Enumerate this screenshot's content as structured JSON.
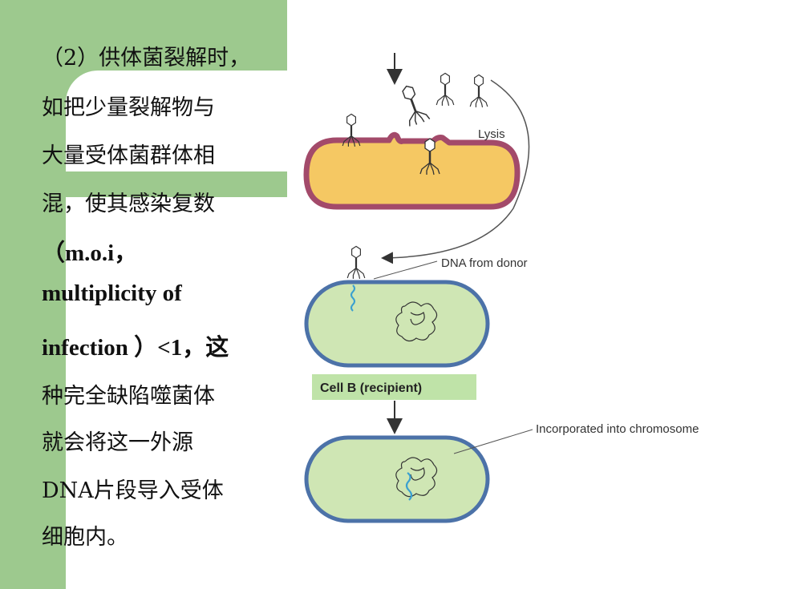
{
  "slide": {
    "lines": [
      "（2）供体菌裂解时，",
      "如把少量裂解物与",
      "大量受体菌群体相",
      "混，使其感染复数",
      "（m.o.i，",
      "multiplicity of",
      "infection ）<1，这",
      "种完全缺陷噬菌体",
      "就会将这一外源",
      "DNA片段导入受体",
      "细胞内。"
    ]
  },
  "diagram": {
    "lysis_label": "Lysis",
    "dna_donor_label": "DNA from donor",
    "cell_b_label": "Cell B (recipient)",
    "incorporated_label": "Incorporated into chromosome",
    "colors": {
      "donor_cell_fill": "#f5c863",
      "donor_cell_border": "#a34a6a",
      "recipient_fill": "#cfe6b4",
      "recipient_border": "#4c72a8",
      "label_box": "#bfe3a8",
      "dna_blue": "#3aa0d0",
      "panel_green": "#9dc98e"
    }
  }
}
